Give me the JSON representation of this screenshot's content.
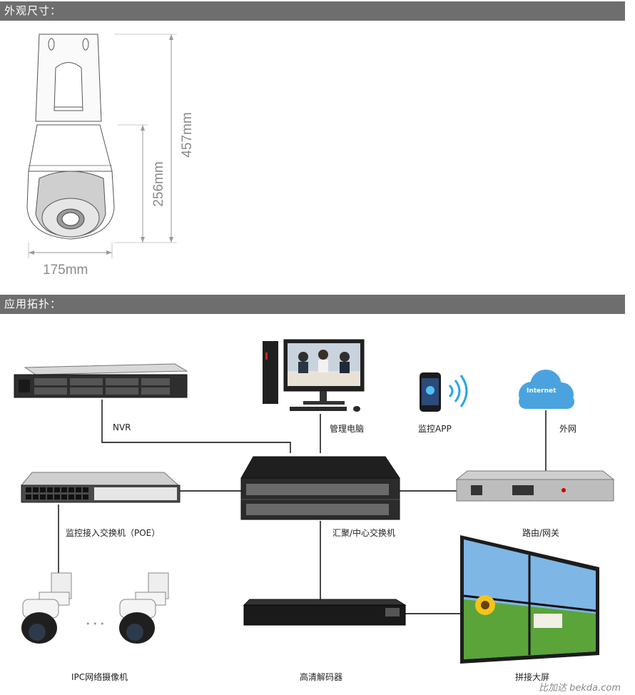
{
  "sections": {
    "dimensions_title": "外观尺寸：",
    "topology_title": "应用拓扑："
  },
  "dimensions": {
    "width": "175mm",
    "body_height": "256mm",
    "total_height": "457mm"
  },
  "topology": {
    "nvr": "NVR",
    "pc": "管理电脑",
    "app": "监控APP",
    "internet_cloud": "Internet",
    "external_net": "外网",
    "access_switch": "监控接入交换机（POE）",
    "core_switch": "汇聚/中心交换机",
    "router": "路由/网关",
    "ipc": "IPC网络摄像机",
    "decoder": "高清解码器",
    "video_wall": "拼接大屏",
    "ellipsis": "• • •"
  },
  "watermark": "比加达 bekda.com",
  "colors": {
    "bar": "#6e6e6e",
    "line": "#000000",
    "dim_line": "#9a9a9a",
    "cloud": "#4aa3df"
  }
}
